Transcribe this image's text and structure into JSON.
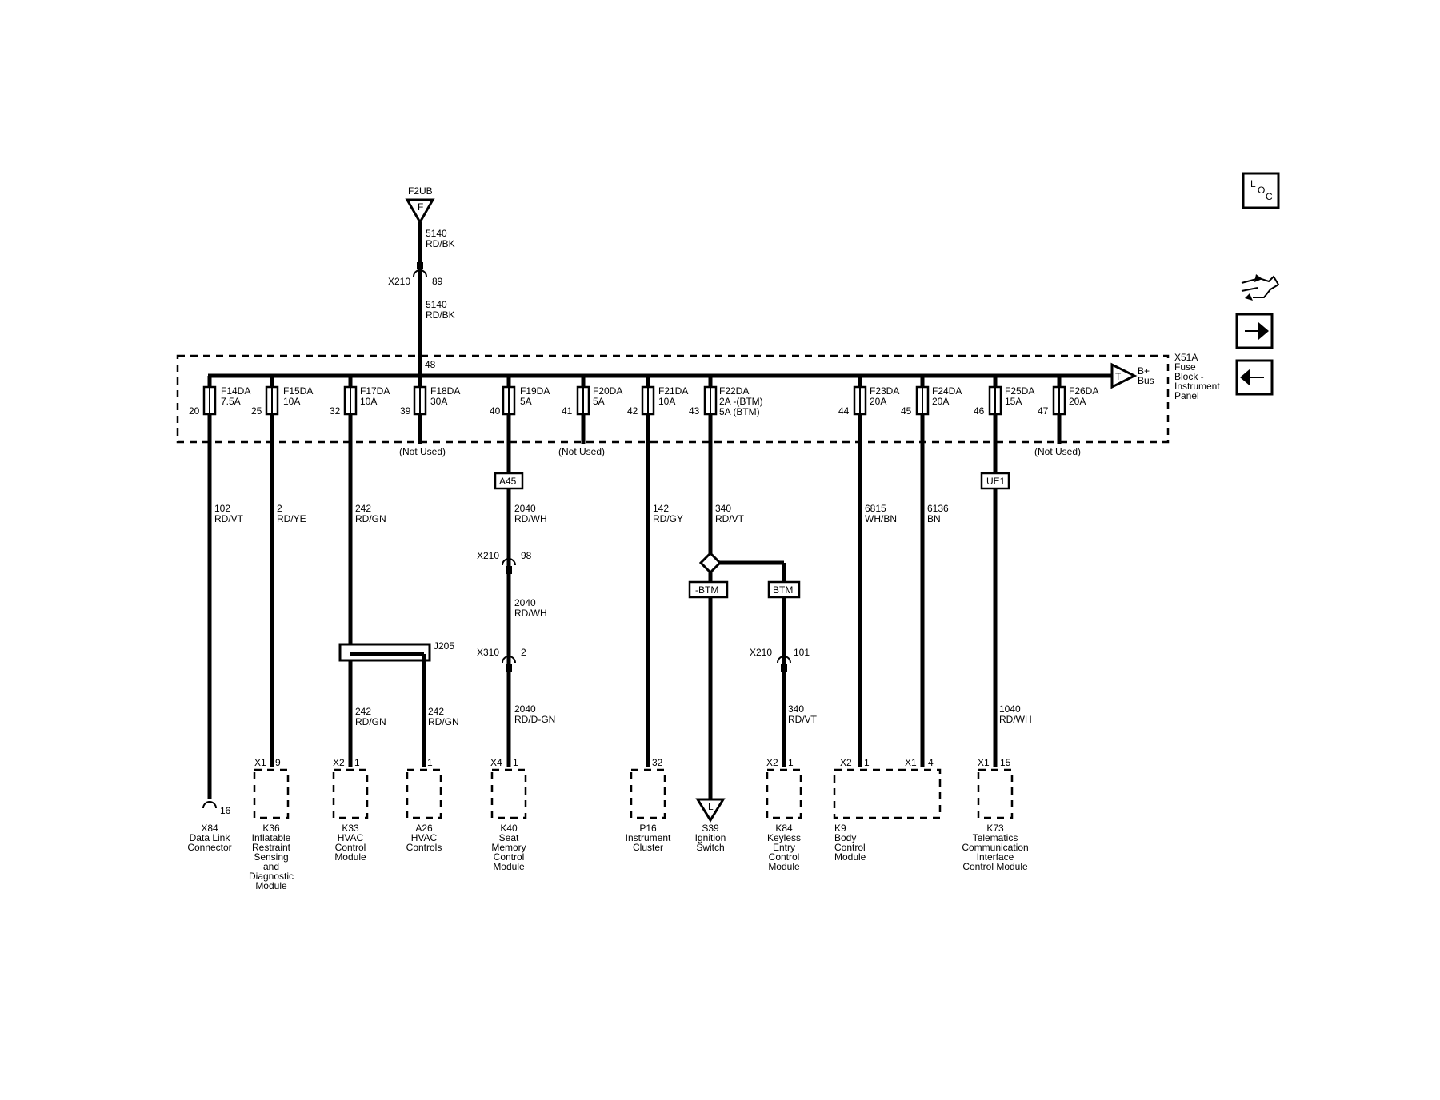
{
  "source": {
    "fuse": "F2UB",
    "pin_label": "F",
    "wire_num": "5140",
    "wire_color": "RD/BK"
  },
  "x210_top": {
    "connector": "X210",
    "pin": "89",
    "wire_num": "5140",
    "wire_color": "RD/BK"
  },
  "fuse_block": {
    "name": "X51A",
    "desc_lines": [
      "Fuse",
      "Block -",
      "Instrument",
      "Panel"
    ],
    "bus_label": "B+",
    "bus_label2": "Bus",
    "bus_pin_label": "T",
    "feed_pin": "48"
  },
  "fuses": [
    {
      "pin": "20",
      "name": "F14DA",
      "rating": "7.5A"
    },
    {
      "pin": "25",
      "name": "F15DA",
      "rating": "10A"
    },
    {
      "pin": "32",
      "name": "F17DA",
      "rating": "10A"
    },
    {
      "pin": "39",
      "name": "F18DA",
      "rating": "30A",
      "note": "(Not Used)"
    },
    {
      "pin": "40",
      "name": "F19DA",
      "rating": "5A"
    },
    {
      "pin": "41",
      "name": "F20DA",
      "rating": "5A",
      "note": "(Not Used)"
    },
    {
      "pin": "42",
      "name": "F21DA",
      "rating": "10A"
    },
    {
      "pin": "43",
      "name": "F22DA",
      "rating": "2A -(BTM)",
      "rating2": "5A (BTM)"
    },
    {
      "pin": "44",
      "name": "F23DA",
      "rating": "20A"
    },
    {
      "pin": "45",
      "name": "F24DA",
      "rating": "20A"
    },
    {
      "pin": "46",
      "name": "F25DA",
      "rating": "15A"
    },
    {
      "pin": "47",
      "name": "F26DA",
      "rating": "20A",
      "note": "(Not Used)"
    }
  ],
  "option_tags": {
    "a45": "A45",
    "ue1": "UE1",
    "neg_btm": "-BTM",
    "btm": "BTM"
  },
  "wires": {
    "w102": [
      "102",
      "RD/VT"
    ],
    "w2": [
      "2",
      "RD/YE"
    ],
    "w242a": [
      "242",
      "RD/GN"
    ],
    "w2040a": [
      "2040",
      "RD/WH"
    ],
    "w2040b": [
      "2040",
      "RD/WH"
    ],
    "w2040c": [
      "2040",
      "RD/D-GN"
    ],
    "w142": [
      "142",
      "RD/GY"
    ],
    "w340a": [
      "340",
      "RD/VT"
    ],
    "w340b": [
      "340",
      "RD/VT"
    ],
    "w6815": [
      "6815",
      "WH/BN"
    ],
    "w6136": [
      "6136",
      "BN"
    ],
    "w1040": [
      "1040",
      "RD/WH"
    ],
    "w242b": [
      "242",
      "RD/GN"
    ],
    "w242c": [
      "242",
      "RD/GN"
    ]
  },
  "inline_connectors": {
    "x210_98": [
      "X210",
      "98"
    ],
    "x310_2": [
      "X310",
      "2"
    ],
    "x210_101": [
      "X210",
      "101"
    ]
  },
  "splice": {
    "name": "J205"
  },
  "components": {
    "x84": {
      "pin": "16",
      "lines": [
        "X84",
        "Data Link",
        "Connector"
      ]
    },
    "k36": {
      "conn": "X1",
      "pin": "9",
      "lines": [
        "K36",
        "Inflatable",
        "Restraint",
        "Sensing",
        "and",
        "Diagnostic",
        "Module"
      ]
    },
    "k33": {
      "conn": "X2",
      "pin": "1",
      "lines": [
        "K33",
        "HVAC",
        "Control",
        "Module"
      ]
    },
    "a26": {
      "pin": "1",
      "lines": [
        "A26",
        "HVAC",
        "Controls"
      ]
    },
    "k40": {
      "conn": "X4",
      "pin": "1",
      "lines": [
        "K40",
        "Seat",
        "Memory",
        "Control",
        "Module"
      ]
    },
    "p16": {
      "pin": "32",
      "lines": [
        "P16",
        "Instrument",
        "Cluster"
      ]
    },
    "s39": {
      "pin_label": "L",
      "lines": [
        "S39",
        "Ignition",
        "Switch"
      ]
    },
    "k84": {
      "conn": "X2",
      "pin": "1",
      "lines": [
        "K84",
        "Keyless",
        "Entry",
        "Control",
        "Module"
      ]
    },
    "k9": {
      "conn": "X2",
      "pin": "1",
      "conn2": "X1",
      "pin2": "4",
      "lines": [
        "K9",
        "Body",
        "Control",
        "Module"
      ]
    },
    "k73": {
      "conn": "X1",
      "pin": "15",
      "lines": [
        "K73",
        "Telematics",
        "Communication",
        "Interface",
        "Control Module"
      ]
    }
  },
  "nav_icons": [
    "location-icon",
    "switch-icon",
    "next-arrow-icon",
    "prev-arrow-icon"
  ],
  "nav_labels": {
    "loc_l": "L",
    "loc_o": "O",
    "loc_c": "C"
  }
}
